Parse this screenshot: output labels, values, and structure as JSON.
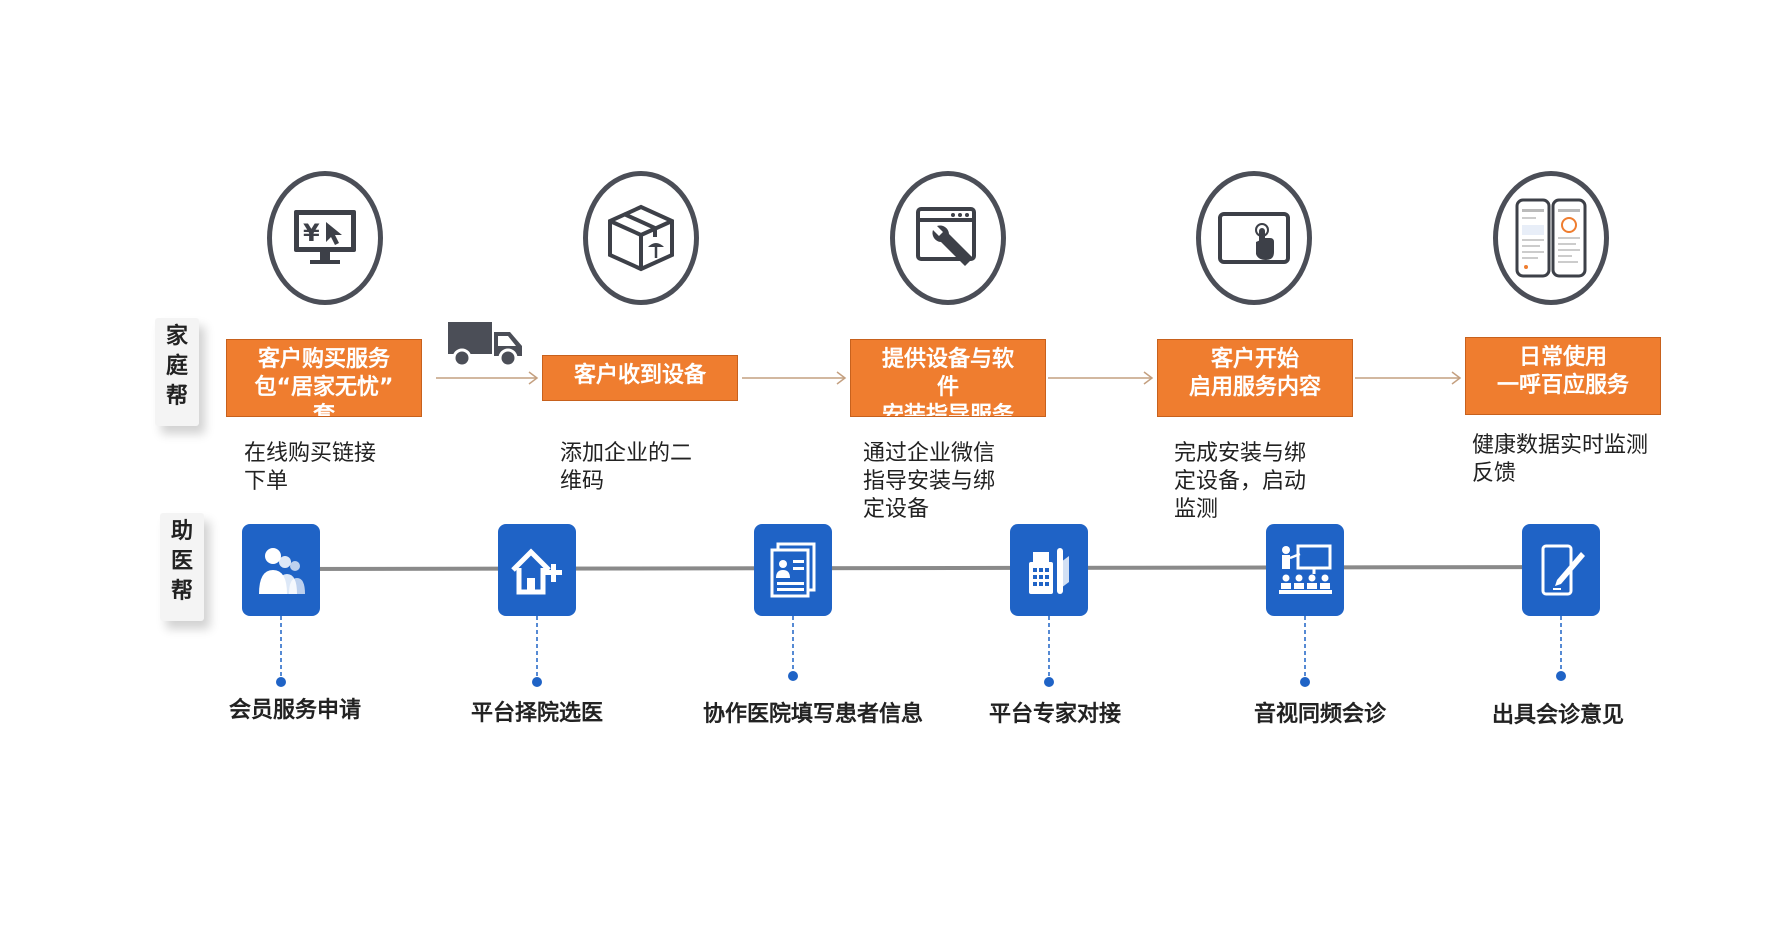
{
  "side_labels": {
    "family": [
      "家",
      "庭",
      "帮"
    ],
    "doctor": [
      "助",
      "医",
      "帮"
    ]
  },
  "top_steps": [
    {
      "icon": "monitor-yuan-icon",
      "box_lines": [
        "客户购买服务",
        "包“居家无忧”",
        "套"
      ],
      "desc_lines": [
        "在线购买链接",
        "下单"
      ]
    },
    {
      "icon": "package-box-icon",
      "box_lines": [
        "客户收到设备"
      ],
      "desc_lines": [
        "添加企业的二",
        "维码"
      ]
    },
    {
      "icon": "browser-wrench-icon",
      "box_lines": [
        "提供设备与软",
        "件",
        "安装指导服务"
      ],
      "desc_lines": [
        "通过企业微信",
        "指导安装与绑",
        "定设备"
      ]
    },
    {
      "icon": "tablet-touch-icon",
      "box_lines": [
        "客户开始",
        "启用服务内容"
      ],
      "desc_lines": [
        "完成安装与绑",
        "定设备，启动",
        "监测"
      ]
    },
    {
      "icon": "phones-app-icon",
      "box_lines": [
        "日常使用",
        "一呼百应服务"
      ],
      "desc_lines": [
        "健康数据实时监测",
        "反馈"
      ]
    }
  ],
  "bottom_steps": [
    {
      "icon": "users-icon",
      "label": "会员服务申请"
    },
    {
      "icon": "house-plus-icon",
      "label": "平台择院选医"
    },
    {
      "icon": "medical-record-icon",
      "label": "协作医院填写患者信息"
    },
    {
      "icon": "office-phone-icon",
      "label": "平台专家对接"
    },
    {
      "icon": "presentation-icon",
      "label": "音视同频会诊"
    },
    {
      "icon": "pen-tablet-icon",
      "label": "出具会诊意见"
    }
  ],
  "colors": {
    "orange": "#ef7d2f",
    "blue": "#1f63c6",
    "circle_border": "#4b4e57",
    "connector": "#888888"
  }
}
